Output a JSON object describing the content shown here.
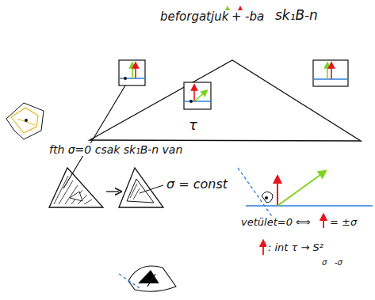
{
  "diagram": {
    "labels": [
      "beforgatjuk",
      "+",
      "-ba",
      "sk₁B-n",
      "τ",
      "fth σ=0 csak sk₁B-n van",
      "σ = const",
      "vetület=0 ⟺",
      "= ±σ",
      ": int τ → S²",
      "σ",
      "-σ"
    ]
  }
}
